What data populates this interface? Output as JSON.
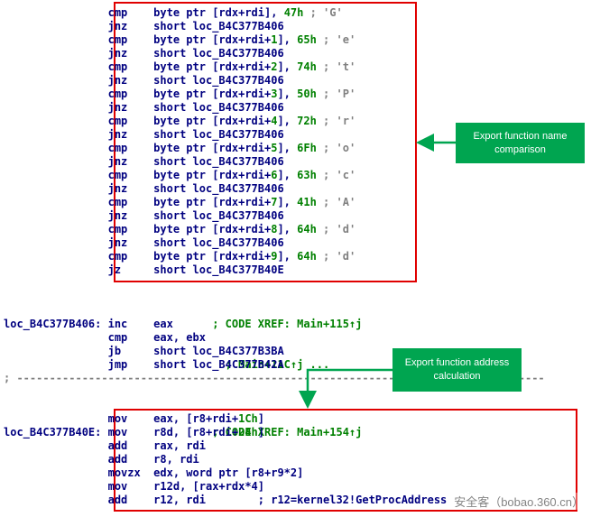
{
  "block1": [
    {
      "op": "cmp",
      "a": "byte ptr [rdx+rdi",
      "b": "], ",
      "n": "47h",
      "c": " ; 'G'"
    },
    {
      "op": "jnz",
      "a": "short loc_B4C377B406",
      "b": "",
      "n": "",
      "c": ""
    },
    {
      "op": "cmp",
      "a": "byte ptr [rdx+rdi+",
      "off": "1",
      "b": "], ",
      "n": "65h",
      "c": " ; 'e'"
    },
    {
      "op": "jnz",
      "a": "short loc_B4C377B406",
      "b": "",
      "n": "",
      "c": ""
    },
    {
      "op": "cmp",
      "a": "byte ptr [rdx+rdi+",
      "off": "2",
      "b": "], ",
      "n": "74h",
      "c": " ; 't'"
    },
    {
      "op": "jnz",
      "a": "short loc_B4C377B406",
      "b": "",
      "n": "",
      "c": ""
    },
    {
      "op": "cmp",
      "a": "byte ptr [rdx+rdi+",
      "off": "3",
      "b": "], ",
      "n": "50h",
      "c": " ; 'P'"
    },
    {
      "op": "jnz",
      "a": "short loc_B4C377B406",
      "b": "",
      "n": "",
      "c": ""
    },
    {
      "op": "cmp",
      "a": "byte ptr [rdx+rdi+",
      "off": "4",
      "b": "], ",
      "n": "72h",
      "c": " ; 'r'"
    },
    {
      "op": "jnz",
      "a": "short loc_B4C377B406",
      "b": "",
      "n": "",
      "c": ""
    },
    {
      "op": "cmp",
      "a": "byte ptr [rdx+rdi+",
      "off": "5",
      "b": "], ",
      "n": "6Fh",
      "c": " ; 'o'"
    },
    {
      "op": "jnz",
      "a": "short loc_B4C377B406",
      "b": "",
      "n": "",
      "c": ""
    },
    {
      "op": "cmp",
      "a": "byte ptr [rdx+rdi+",
      "off": "6",
      "b": "], ",
      "n": "63h",
      "c": " ; 'c'"
    },
    {
      "op": "jnz",
      "a": "short loc_B4C377B406",
      "b": "",
      "n": "",
      "c": ""
    },
    {
      "op": "cmp",
      "a": "byte ptr [rdx+rdi+",
      "off": "7",
      "b": "], ",
      "n": "41h",
      "c": " ; 'A'"
    },
    {
      "op": "jnz",
      "a": "short loc_B4C377B406",
      "b": "",
      "n": "",
      "c": ""
    },
    {
      "op": "cmp",
      "a": "byte ptr [rdx+rdi+",
      "off": "8",
      "b": "], ",
      "n": "64h",
      "c": " ; 'd'"
    },
    {
      "op": "jnz",
      "a": "short loc_B4C377B406",
      "b": "",
      "n": "",
      "c": ""
    },
    {
      "op": "cmp",
      "a": "byte ptr [rdx+rdi+",
      "off": "9",
      "b": "], ",
      "n": "64h",
      "c": " ; 'd'"
    },
    {
      "op": "jz",
      "a": "short loc_B4C377B40E",
      "b": "",
      "n": "",
      "c": ""
    }
  ],
  "loc406": {
    "label": "loc_B4C377B406:",
    "xref1": "; CODE XREF: Main+115↑j",
    "xref2": "; Main+11C↑j ..."
  },
  "block2": [
    {
      "op": "inc",
      "a": "eax"
    },
    {
      "op": "cmp",
      "a": "eax, ebx"
    },
    {
      "op": "jb",
      "a": "short loc_B4C377B3BA"
    },
    {
      "op": "jmp",
      "a": "short loc_B4C377B42A"
    }
  ],
  "separator": "; ---------------------------------------------------------------------------------",
  "loc40e": {
    "label": "loc_B4C377B40E:",
    "xref": "; CODE XREF: Main+154↑j"
  },
  "block3": [
    {
      "op": "mov",
      "a": "eax, [r8+rdi+",
      "n": "1Ch",
      "b": "]",
      "c": ""
    },
    {
      "op": "mov",
      "a": "r8d, [r8+rdi+",
      "n": "24h",
      "b": "]",
      "c": ""
    },
    {
      "op": "add",
      "a": "rax, rdi",
      "n": "",
      "b": "",
      "c": ""
    },
    {
      "op": "add",
      "a": "r8, rdi",
      "n": "",
      "b": "",
      "c": ""
    },
    {
      "op": "movzx",
      "a": "edx, word ptr [r8+r9*2]",
      "n": "",
      "b": "",
      "c": ""
    },
    {
      "op": "mov",
      "a": "r12d, [rax+rdx*4]",
      "n": "",
      "b": "",
      "c": ""
    },
    {
      "op": "add",
      "a": "r12, rdi",
      "n": "",
      "b": "",
      "c": "        ; r12=kernel32!GetProcAddress"
    }
  ],
  "callouts": {
    "name_cmp": "Export function name comparison",
    "addr_calc": "Export function address calculation"
  },
  "watermark": "安全客（bobao.360.cn）",
  "colors": {
    "box": "#e00000",
    "callout": "#00a550",
    "code": "#000080",
    "number": "#008000",
    "comment": "#808080"
  }
}
